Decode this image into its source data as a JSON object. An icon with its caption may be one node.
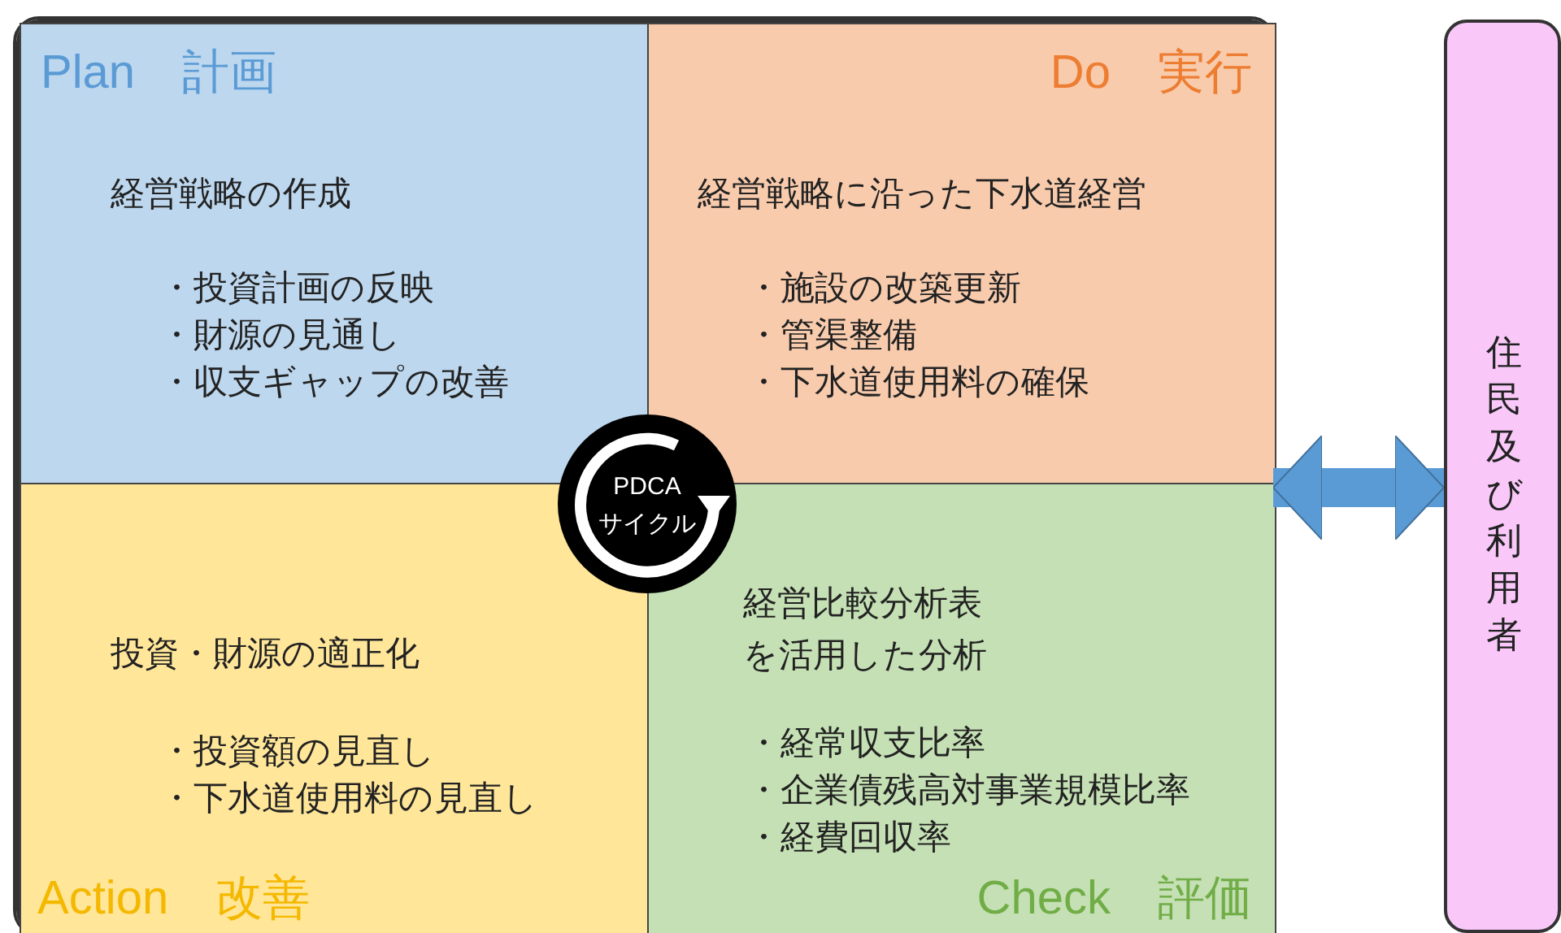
{
  "diagram": {
    "nodes": [
      {
        "text": [],
        "shape": "box"
      },
      {
        "text": [
          "Plan　計画",
          "経営戦略の作成",
          "・投資計画の反映",
          "・財源の見通し",
          "・収支ギャップの改善"
        ],
        "in": 0
      },
      {
        "text": [
          "Do　実行",
          "経営戦略に沿った下水道経営",
          "・施設の改築更新",
          "・管渠整備",
          "・下水道使用料の確保"
        ],
        "in": 0
      },
      {
        "text": [
          "Action　改善",
          "投資・財源の適正化",
          "・投資額の見直し",
          "・下水道使用料の見直し"
        ],
        "in": 0
      },
      {
        "text": [
          "Check　評価",
          "経営比較分析表を活用した分析",
          "・経常収支比率",
          "・企業債残高対事業規模比率",
          "・経費回収率"
        ],
        "in": 0
      },
      {
        "text": [
          "PDCA",
          "サイクル"
        ],
        "in": 0
      },
      {
        "text": [
          "住民及び利用者"
        ]
      }
    ],
    "edges": [
      {
        "from": 0,
        "to": 6,
        "arrow": "both"
      }
    ]
  }
}
